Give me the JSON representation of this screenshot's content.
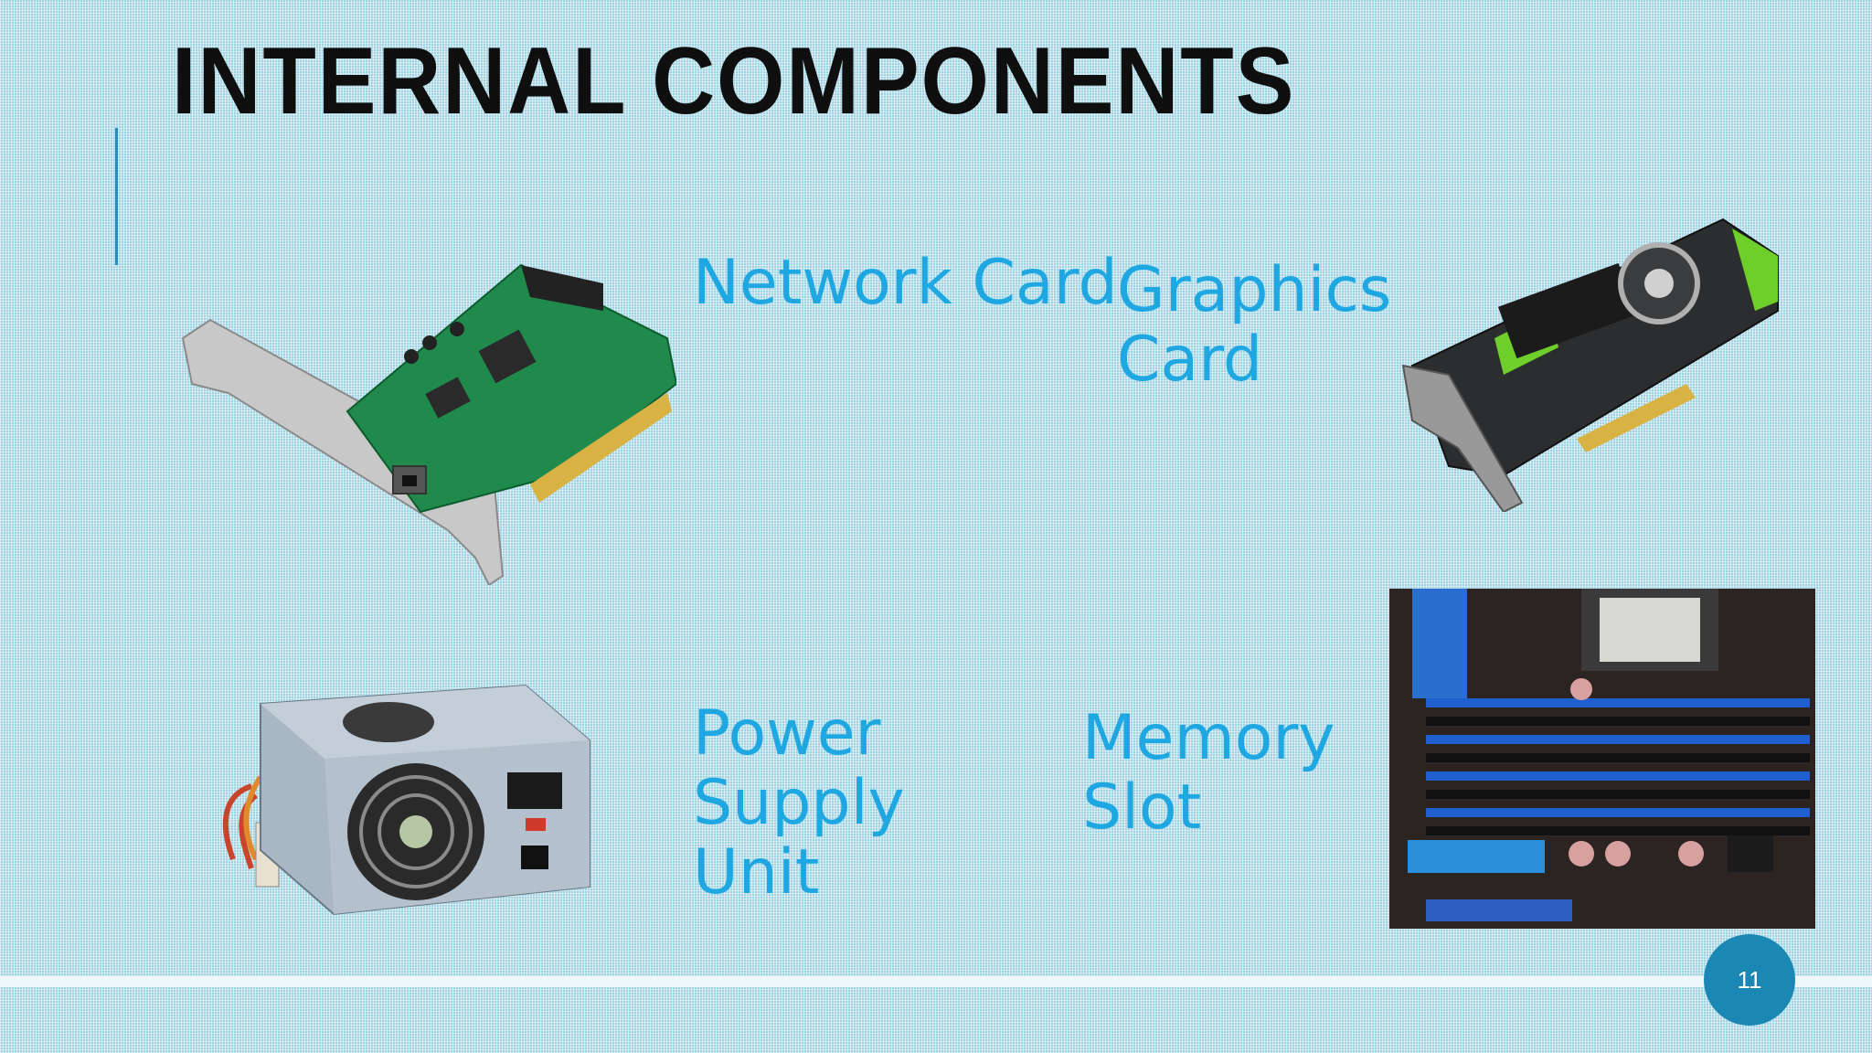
{
  "slide": {
    "title": "INTERNAL COMPONENTS",
    "page_number": "11"
  },
  "labels": {
    "network_card": "Network Card",
    "graphics_card": [
      "Graphics",
      "Card"
    ],
    "power_supply": [
      "Power",
      "Supply",
      "Unit"
    ],
    "memory_slot": [
      "Memory",
      "Slot"
    ]
  },
  "colors": {
    "label": "#1ea7e1",
    "title": "#0f0f0f",
    "page_badge": "#1a87b5"
  },
  "images": [
    "network-card-photo",
    "graphics-card-photo",
    "power-supply-photo",
    "memory-slot-photo"
  ]
}
